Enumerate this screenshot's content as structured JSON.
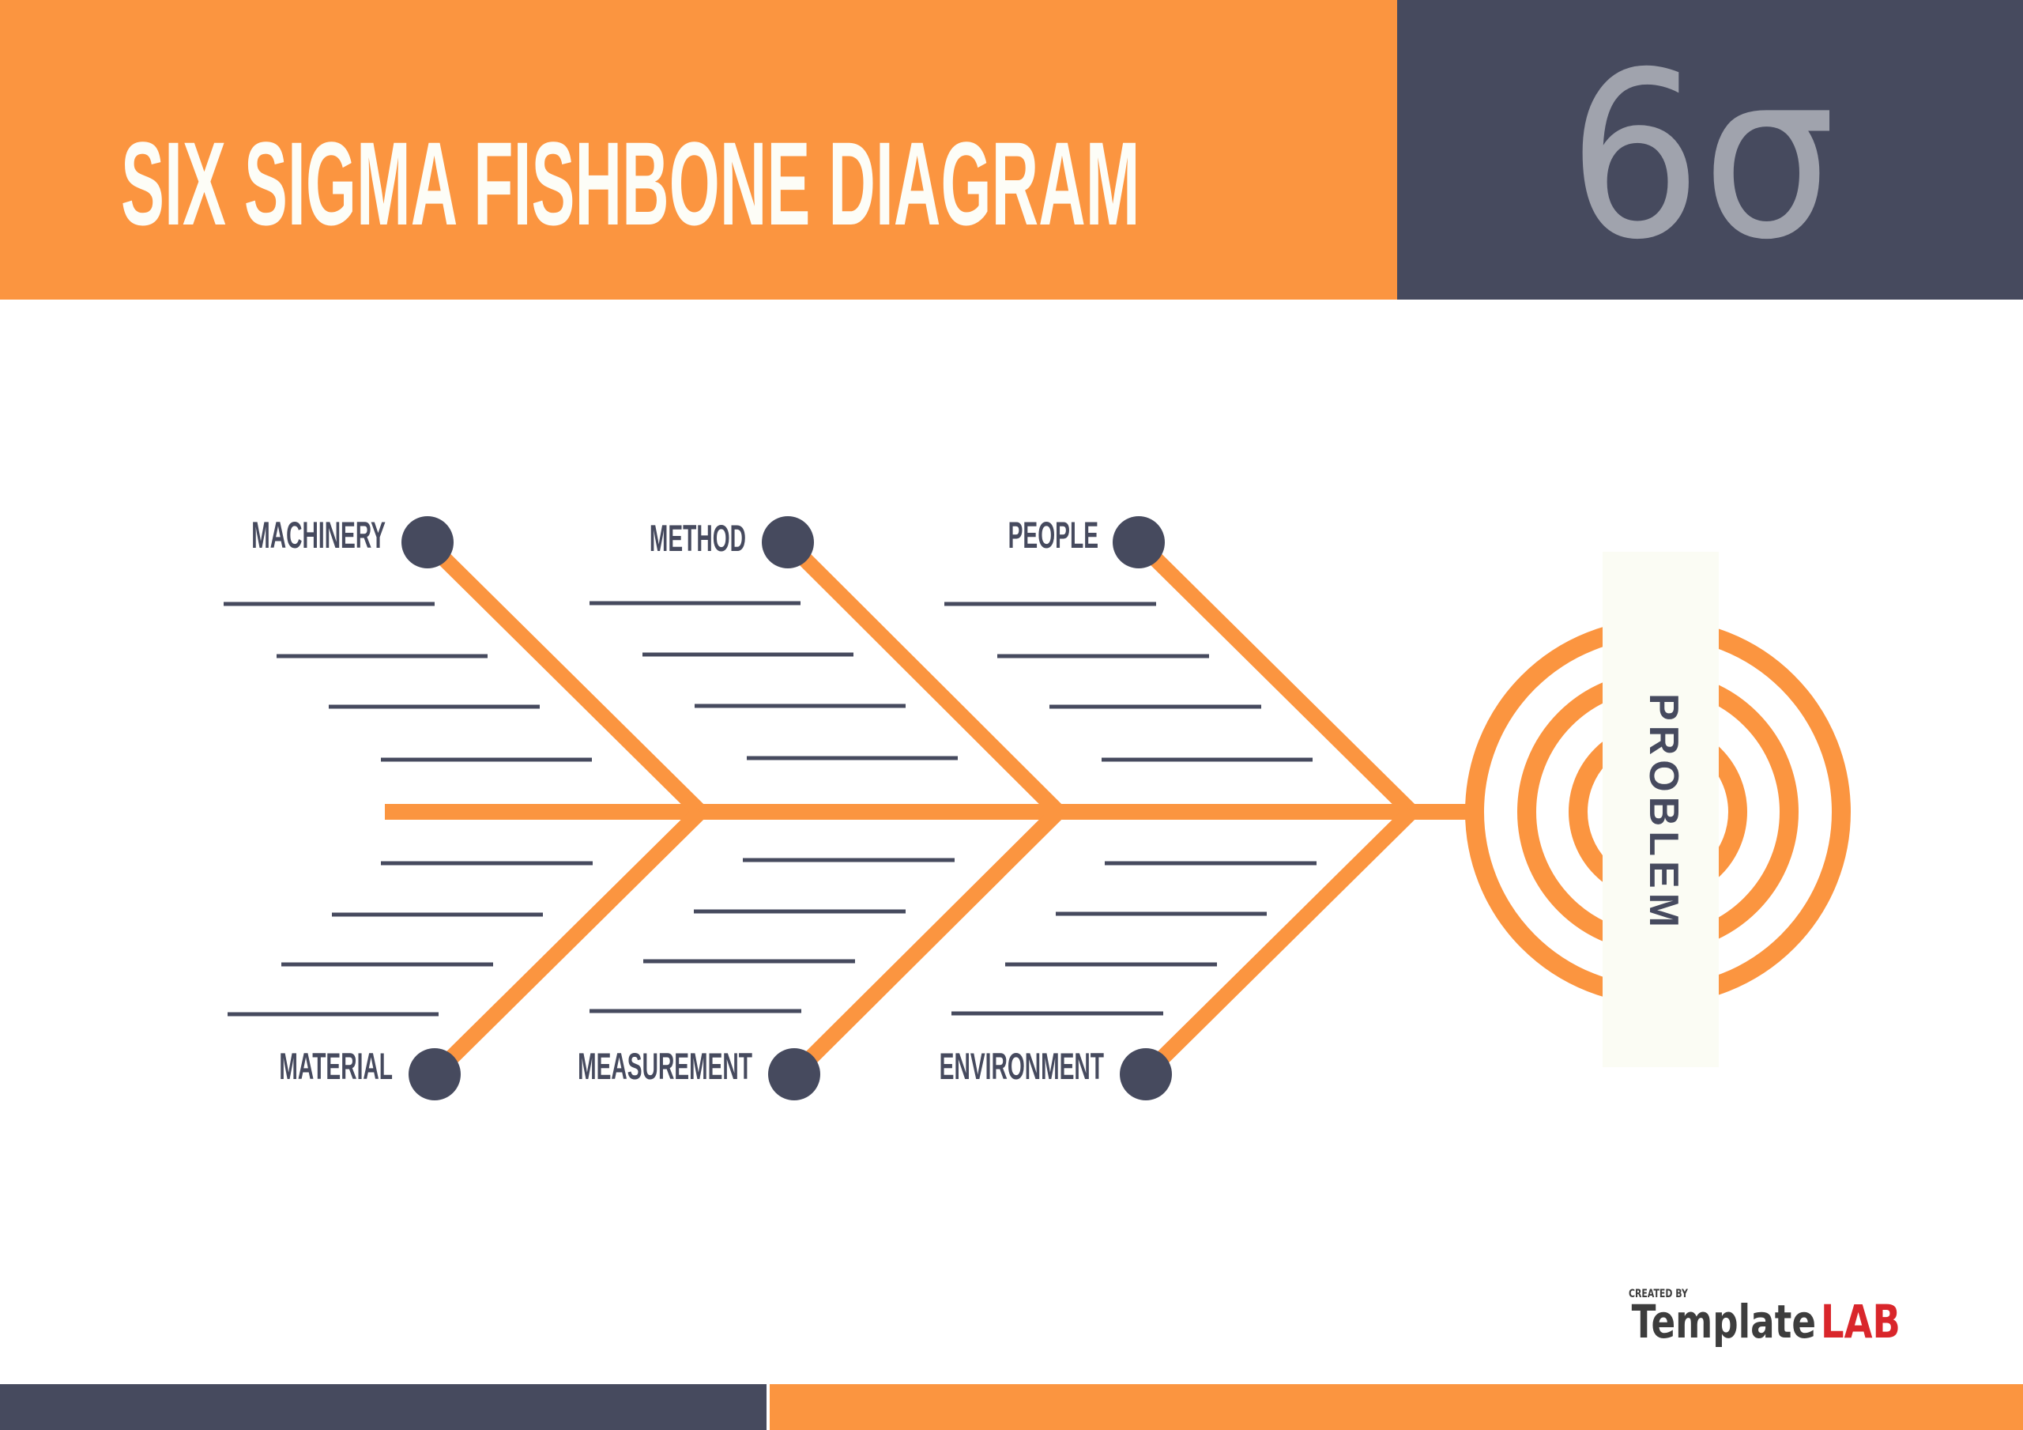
{
  "header": {
    "title": "SIX SIGMA FISHBONE DIAGRAM",
    "symbol": "6σ"
  },
  "categories": {
    "top": [
      "MACHINERY",
      "METHOD",
      "PEOPLE"
    ],
    "bottom": [
      "MATERIAL",
      "MEASUREMENT",
      "ENVIRONMENT"
    ]
  },
  "head": {
    "label": "PROBLEM"
  },
  "logo": {
    "created_by": "CREATED BY",
    "brand_main": "Template",
    "brand_accent": "LAB"
  },
  "colors": {
    "orange": "#fb9540",
    "navy": "#464a5e",
    "sigma_gray": "#a0a3ad",
    "logo_red": "#d9262b"
  }
}
